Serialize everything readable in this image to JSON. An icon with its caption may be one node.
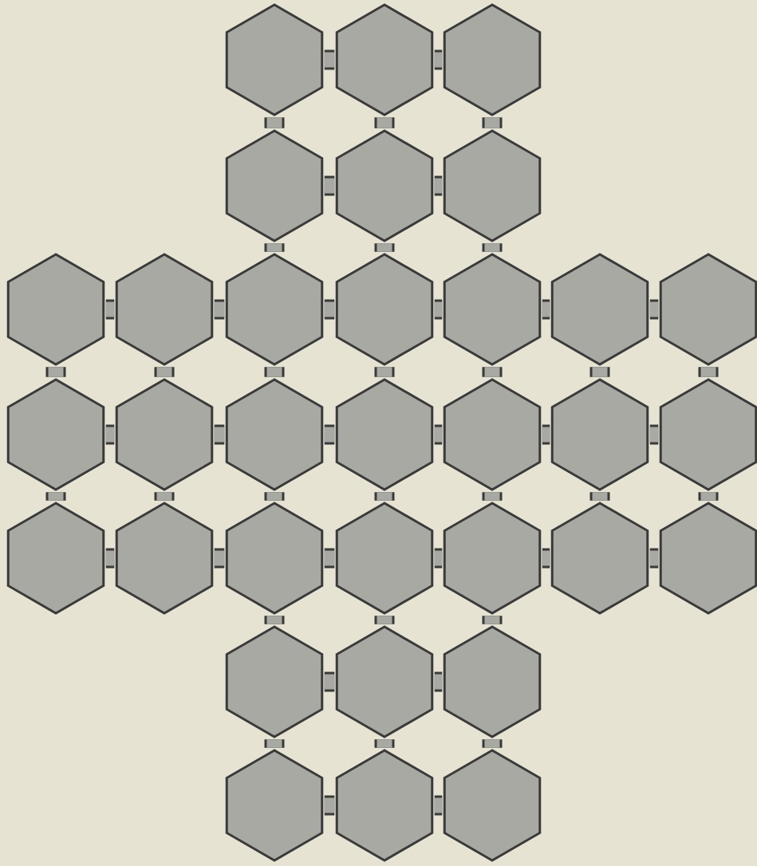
{
  "diagram": {
    "nodes": [
      {
        "text": [],
        "shape": "hexagon"
      },
      {
        "text": [],
        "shape": "hexagon"
      },
      {
        "text": [],
        "shape": "hexagon"
      },
      {
        "text": [],
        "shape": "hexagon"
      },
      {
        "text": [],
        "shape": "hexagon"
      },
      {
        "text": [],
        "shape": "hexagon"
      },
      {
        "text": [],
        "shape": "hexagon"
      },
      {
        "text": [],
        "shape": "hexagon"
      },
      {
        "text": [],
        "shape": "hexagon"
      },
      {
        "text": [],
        "shape": "hexagon"
      },
      {
        "text": [],
        "shape": "hexagon"
      },
      {
        "text": [],
        "shape": "hexagon"
      },
      {
        "text": [],
        "shape": "hexagon"
      },
      {
        "text": [],
        "shape": "hexagon"
      },
      {
        "text": [],
        "shape": "hexagon"
      },
      {
        "text": [],
        "shape": "hexagon"
      },
      {
        "text": [],
        "shape": "hexagon"
      },
      {
        "text": [],
        "shape": "hexagon"
      },
      {
        "text": [],
        "shape": "hexagon"
      },
      {
        "text": [],
        "shape": "hexagon"
      },
      {
        "text": [],
        "shape": "hexagon"
      },
      {
        "text": [],
        "shape": "hexagon"
      },
      {
        "text": [],
        "shape": "hexagon"
      },
      {
        "text": [],
        "shape": "hexagon"
      },
      {
        "text": [],
        "shape": "hexagon"
      },
      {
        "text": [],
        "shape": "hexagon"
      },
      {
        "text": [],
        "shape": "hexagon"
      },
      {
        "text": [],
        "shape": "hexagon"
      },
      {
        "text": [],
        "shape": "hexagon"
      },
      {
        "text": [],
        "shape": "hexagon"
      },
      {
        "text": [],
        "shape": "hexagon"
      },
      {
        "text": [],
        "shape": "hexagon"
      },
      {
        "text": [],
        "shape": "hexagon"
      }
    ],
    "edges": [
      {
        "from": 0,
        "to": 1,
        "arrow": "none"
      },
      {
        "from": 1,
        "to": 2,
        "arrow": "none"
      },
      {
        "from": 3,
        "to": 4,
        "arrow": "none"
      },
      {
        "from": 4,
        "to": 5,
        "arrow": "none"
      },
      {
        "from": 6,
        "to": 7,
        "arrow": "none"
      },
      {
        "from": 7,
        "to": 8,
        "arrow": "none"
      },
      {
        "from": 8,
        "to": 9,
        "arrow": "none"
      },
      {
        "from": 9,
        "to": 10,
        "arrow": "none"
      },
      {
        "from": 10,
        "to": 11,
        "arrow": "none"
      },
      {
        "from": 11,
        "to": 12,
        "arrow": "none"
      },
      {
        "from": 13,
        "to": 14,
        "arrow": "none"
      },
      {
        "from": 14,
        "to": 15,
        "arrow": "none"
      },
      {
        "from": 15,
        "to": 16,
        "arrow": "none"
      },
      {
        "from": 16,
        "to": 17,
        "arrow": "none"
      },
      {
        "from": 17,
        "to": 18,
        "arrow": "none"
      },
      {
        "from": 18,
        "to": 19,
        "arrow": "none"
      },
      {
        "from": 20,
        "to": 21,
        "arrow": "none"
      },
      {
        "from": 21,
        "to": 22,
        "arrow": "none"
      },
      {
        "from": 22,
        "to": 23,
        "arrow": "none"
      },
      {
        "from": 23,
        "to": 24,
        "arrow": "none"
      },
      {
        "from": 24,
        "to": 25,
        "arrow": "none"
      },
      {
        "from": 25,
        "to": 26,
        "arrow": "none"
      },
      {
        "from": 27,
        "to": 28,
        "arrow": "none"
      },
      {
        "from": 28,
        "to": 29,
        "arrow": "none"
      },
      {
        "from": 30,
        "to": 31,
        "arrow": "none"
      },
      {
        "from": 31,
        "to": 32,
        "arrow": "none"
      },
      {
        "from": 0,
        "to": 3,
        "arrow": "none"
      },
      {
        "from": 1,
        "to": 4,
        "arrow": "none"
      },
      {
        "from": 2,
        "to": 5,
        "arrow": "none"
      },
      {
        "from": 3,
        "to": 8,
        "arrow": "none"
      },
      {
        "from": 4,
        "to": 9,
        "arrow": "none"
      },
      {
        "from": 5,
        "to": 10,
        "arrow": "none"
      },
      {
        "from": 6,
        "to": 13,
        "arrow": "none"
      },
      {
        "from": 7,
        "to": 14,
        "arrow": "none"
      },
      {
        "from": 8,
        "to": 15,
        "arrow": "none"
      },
      {
        "from": 9,
        "to": 16,
        "arrow": "none"
      },
      {
        "from": 10,
        "to": 17,
        "arrow": "none"
      },
      {
        "from": 11,
        "to": 18,
        "arrow": "none"
      },
      {
        "from": 12,
        "to": 19,
        "arrow": "none"
      },
      {
        "from": 13,
        "to": 20,
        "arrow": "none"
      },
      {
        "from": 14,
        "to": 21,
        "arrow": "none"
      },
      {
        "from": 15,
        "to": 22,
        "arrow": "none"
      },
      {
        "from": 16,
        "to": 23,
        "arrow": "none"
      },
      {
        "from": 17,
        "to": 24,
        "arrow": "none"
      },
      {
        "from": 18,
        "to": 25,
        "arrow": "none"
      },
      {
        "from": 19,
        "to": 26,
        "arrow": "none"
      },
      {
        "from": 22,
        "to": 27,
        "arrow": "none"
      },
      {
        "from": 23,
        "to": 28,
        "arrow": "none"
      },
      {
        "from": 24,
        "to": 29,
        "arrow": "none"
      },
      {
        "from": 27,
        "to": 30,
        "arrow": "none"
      },
      {
        "from": 28,
        "to": 31,
        "arrow": "none"
      },
      {
        "from": 29,
        "to": 32,
        "arrow": "none"
      }
    ]
  }
}
